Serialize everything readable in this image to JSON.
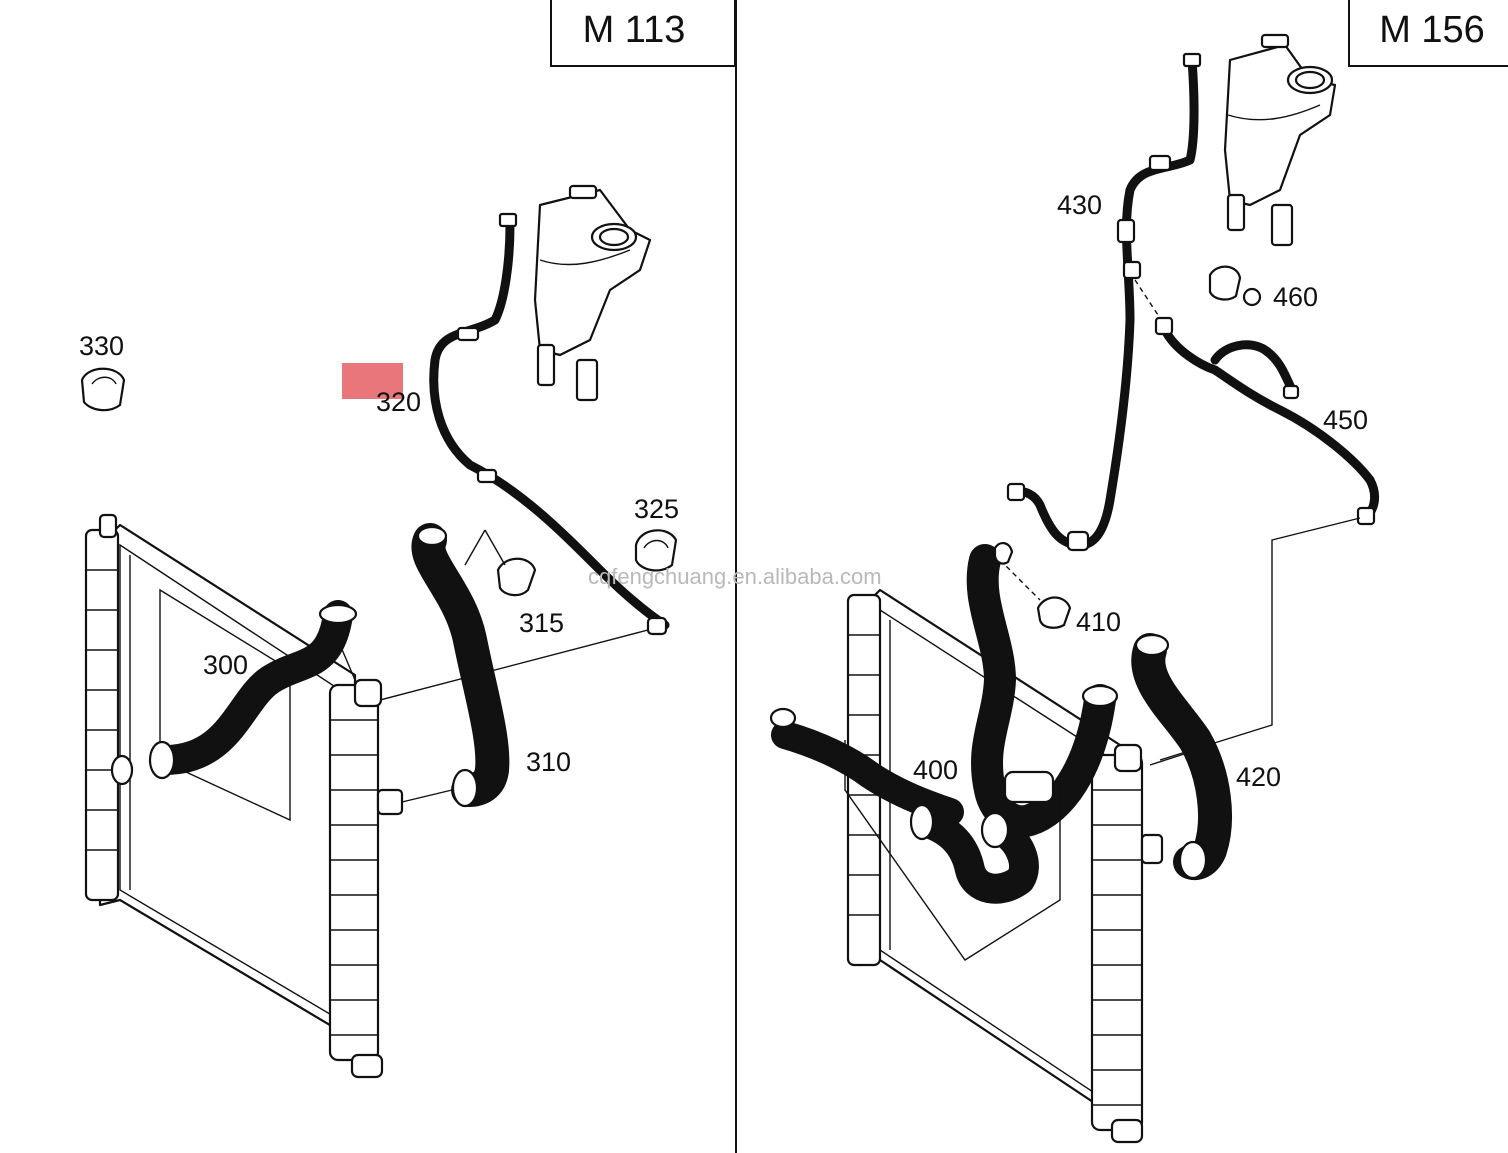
{
  "panels": [
    {
      "engine": "M 113",
      "parts": [
        "300",
        "310",
        "315",
        "320",
        "325",
        "330"
      ]
    },
    {
      "engine": "M 156",
      "parts": [
        "400",
        "410",
        "420",
        "430",
        "450",
        "460"
      ]
    }
  ],
  "watermark": "cqfengchuang.en.alibaba.com",
  "colors": {
    "highlight": "#e8767a",
    "line": "#111111",
    "background": "#ffffff"
  }
}
